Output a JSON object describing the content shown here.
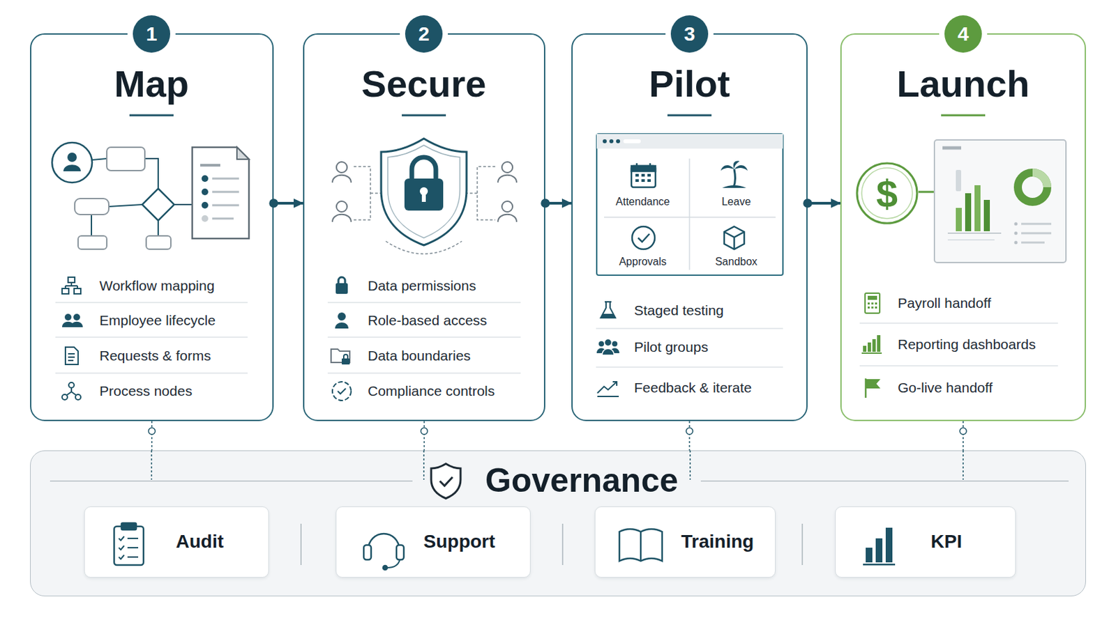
{
  "diagram": {
    "nodes": [
      {
        "text": [
          "Map",
          "Workflow mapping",
          "Employee lifecycle",
          "Requests & forms",
          "Process nodes"
        ]
      },
      {
        "text": [
          "1"
        ],
        "in": 0
      },
      {
        "text": [
          "Secure",
          "Data permissions",
          "Role-based access",
          "Data boundaries",
          "Compliance controls"
        ]
      },
      {
        "text": [
          "2"
        ],
        "in": 2
      },
      {
        "text": [
          "Pilot",
          "Staged testing",
          "Pilot groups",
          "Feedback & iterate"
        ]
      },
      {
        "text": [
          "3"
        ],
        "in": 4
      },
      {
        "text": [
          "Attendance",
          "Leave",
          "Approvals",
          "Sandbox"
        ],
        "in": 4
      },
      {
        "text": [
          "Launch",
          "Payroll handoff",
          "Reporting dashboards",
          "Go-live handoff"
        ]
      },
      {
        "text": [
          "4"
        ],
        "in": 7
      },
      {
        "text": [
          "Governance"
        ]
      },
      {
        "text": [
          "Audit"
        ],
        "in": 9
      },
      {
        "text": [
          "Support"
        ],
        "in": 9
      },
      {
        "text": [
          "Training"
        ],
        "in": 9
      },
      {
        "text": [
          "KPI"
        ],
        "in": 9
      }
    ],
    "edges": [
      {
        "from": 0,
        "to": 2,
        "arrow": "to"
      },
      {
        "from": 2,
        "to": 4,
        "arrow": "to"
      },
      {
        "from": 4,
        "to": 7,
        "arrow": "to"
      },
      {
        "from": 0,
        "to": 9,
        "arrow": "none"
      },
      {
        "from": 2,
        "to": 9,
        "arrow": "none"
      },
      {
        "from": 4,
        "to": 9,
        "arrow": "none"
      },
      {
        "from": 7,
        "to": 9,
        "arrow": "none"
      }
    ],
    "labels": [
      "$"
    ]
  }
}
